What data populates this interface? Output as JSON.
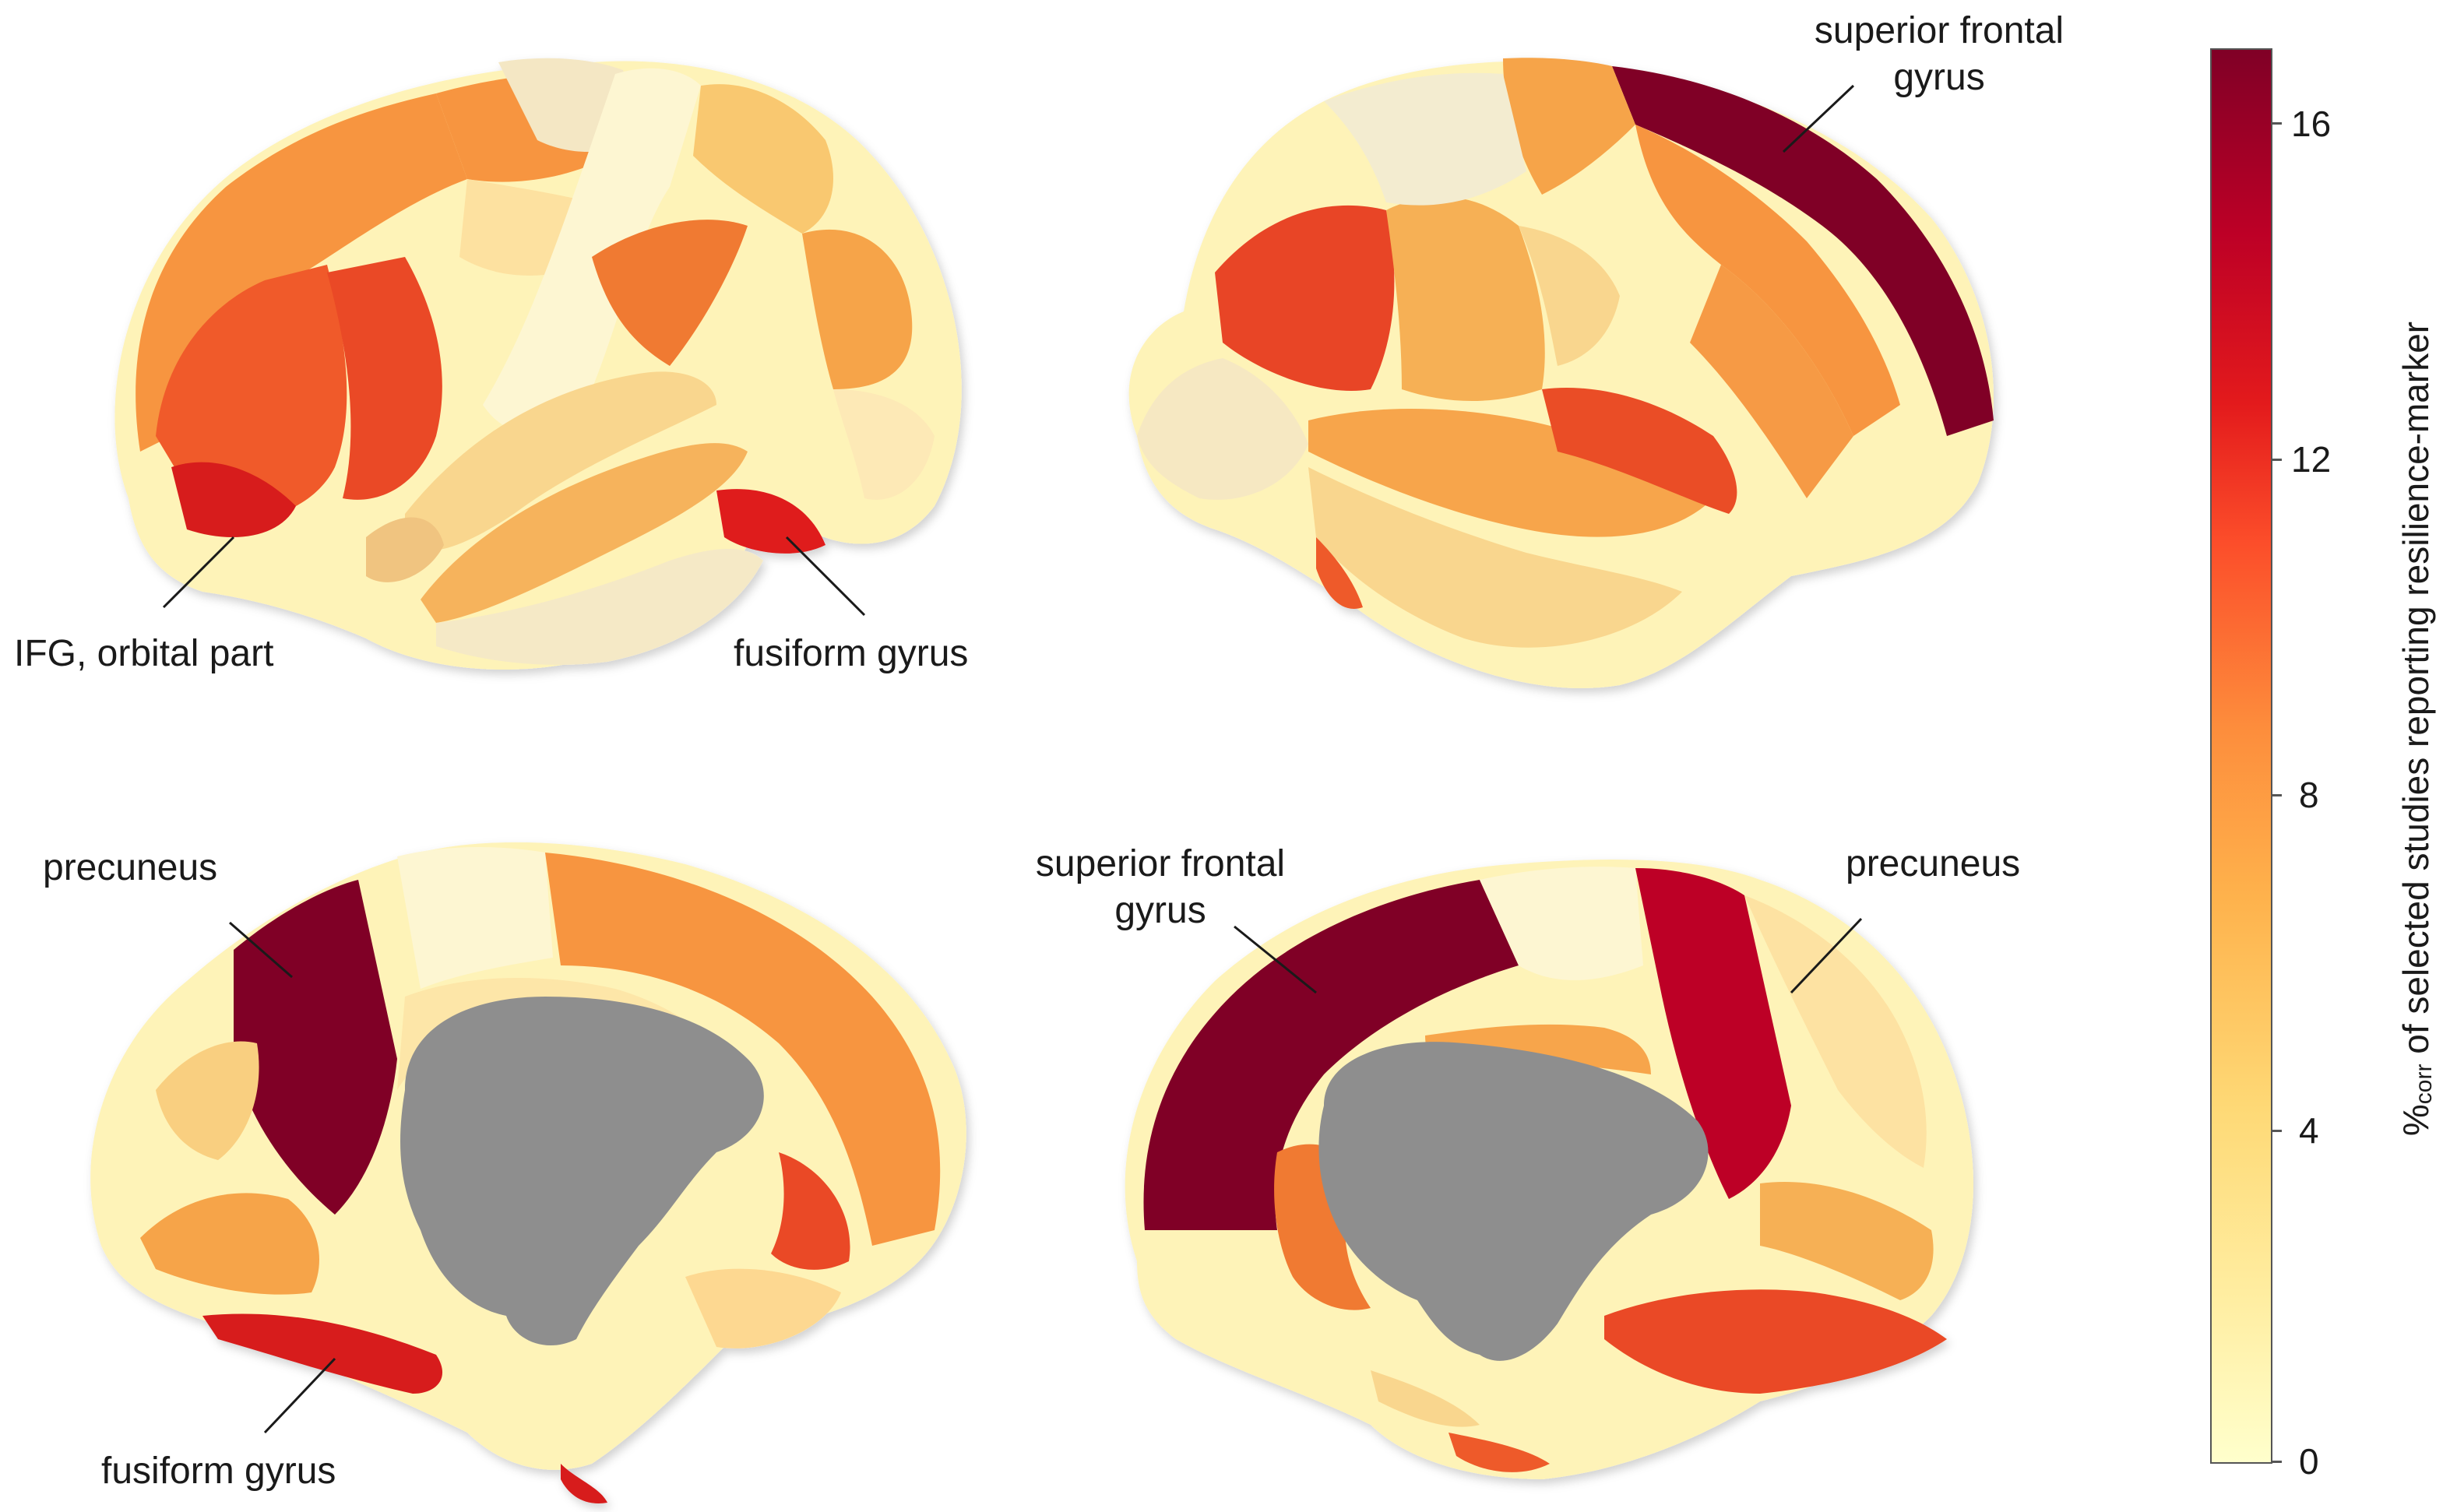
{
  "panels": [
    {
      "view": "lateral-left",
      "labels": [
        "IFG, orbital part",
        "fusiform gyrus"
      ]
    },
    {
      "view": "lateral-right",
      "labels": [
        "superior frontal gyrus"
      ]
    },
    {
      "view": "medial-left",
      "labels": [
        "precuneus",
        "fusiform gyrus"
      ]
    },
    {
      "view": "medial-right",
      "labels": [
        "superior frontal gyrus",
        "precuneus"
      ]
    }
  ],
  "annotations": {
    "ifg_orbital": "IFG, orbital part",
    "fusiform_tl": "fusiform gyrus",
    "sfg_tr_line1": "superior frontal",
    "sfg_tr_line2": "gyrus",
    "precuneus_bl": "precuneus",
    "fusiform_bl": "fusiform gyrus",
    "sfg_br_line1": "superior frontal",
    "sfg_br_line2": "gyrus",
    "precuneus_br": "precuneus"
  },
  "colorbar": {
    "title_prefix": "%",
    "title_sub": "corr",
    "title_suffix": " of selected studies reporting resilience-marker",
    "min": 0,
    "max": 17,
    "ticks": [
      "16",
      "12",
      "8",
      "4",
      "0"
    ],
    "tick_values": [
      16,
      12,
      8,
      4,
      0
    ],
    "colormap": [
      "#ffffcc",
      "#ffeda0",
      "#fed976",
      "#feb24c",
      "#fd8d3c",
      "#fc4e2a",
      "#e31a1c",
      "#bd0026",
      "#800026"
    ]
  },
  "colors": {
    "medial_wall": "#8e8e8e",
    "outline": "#e8e4c8"
  }
}
